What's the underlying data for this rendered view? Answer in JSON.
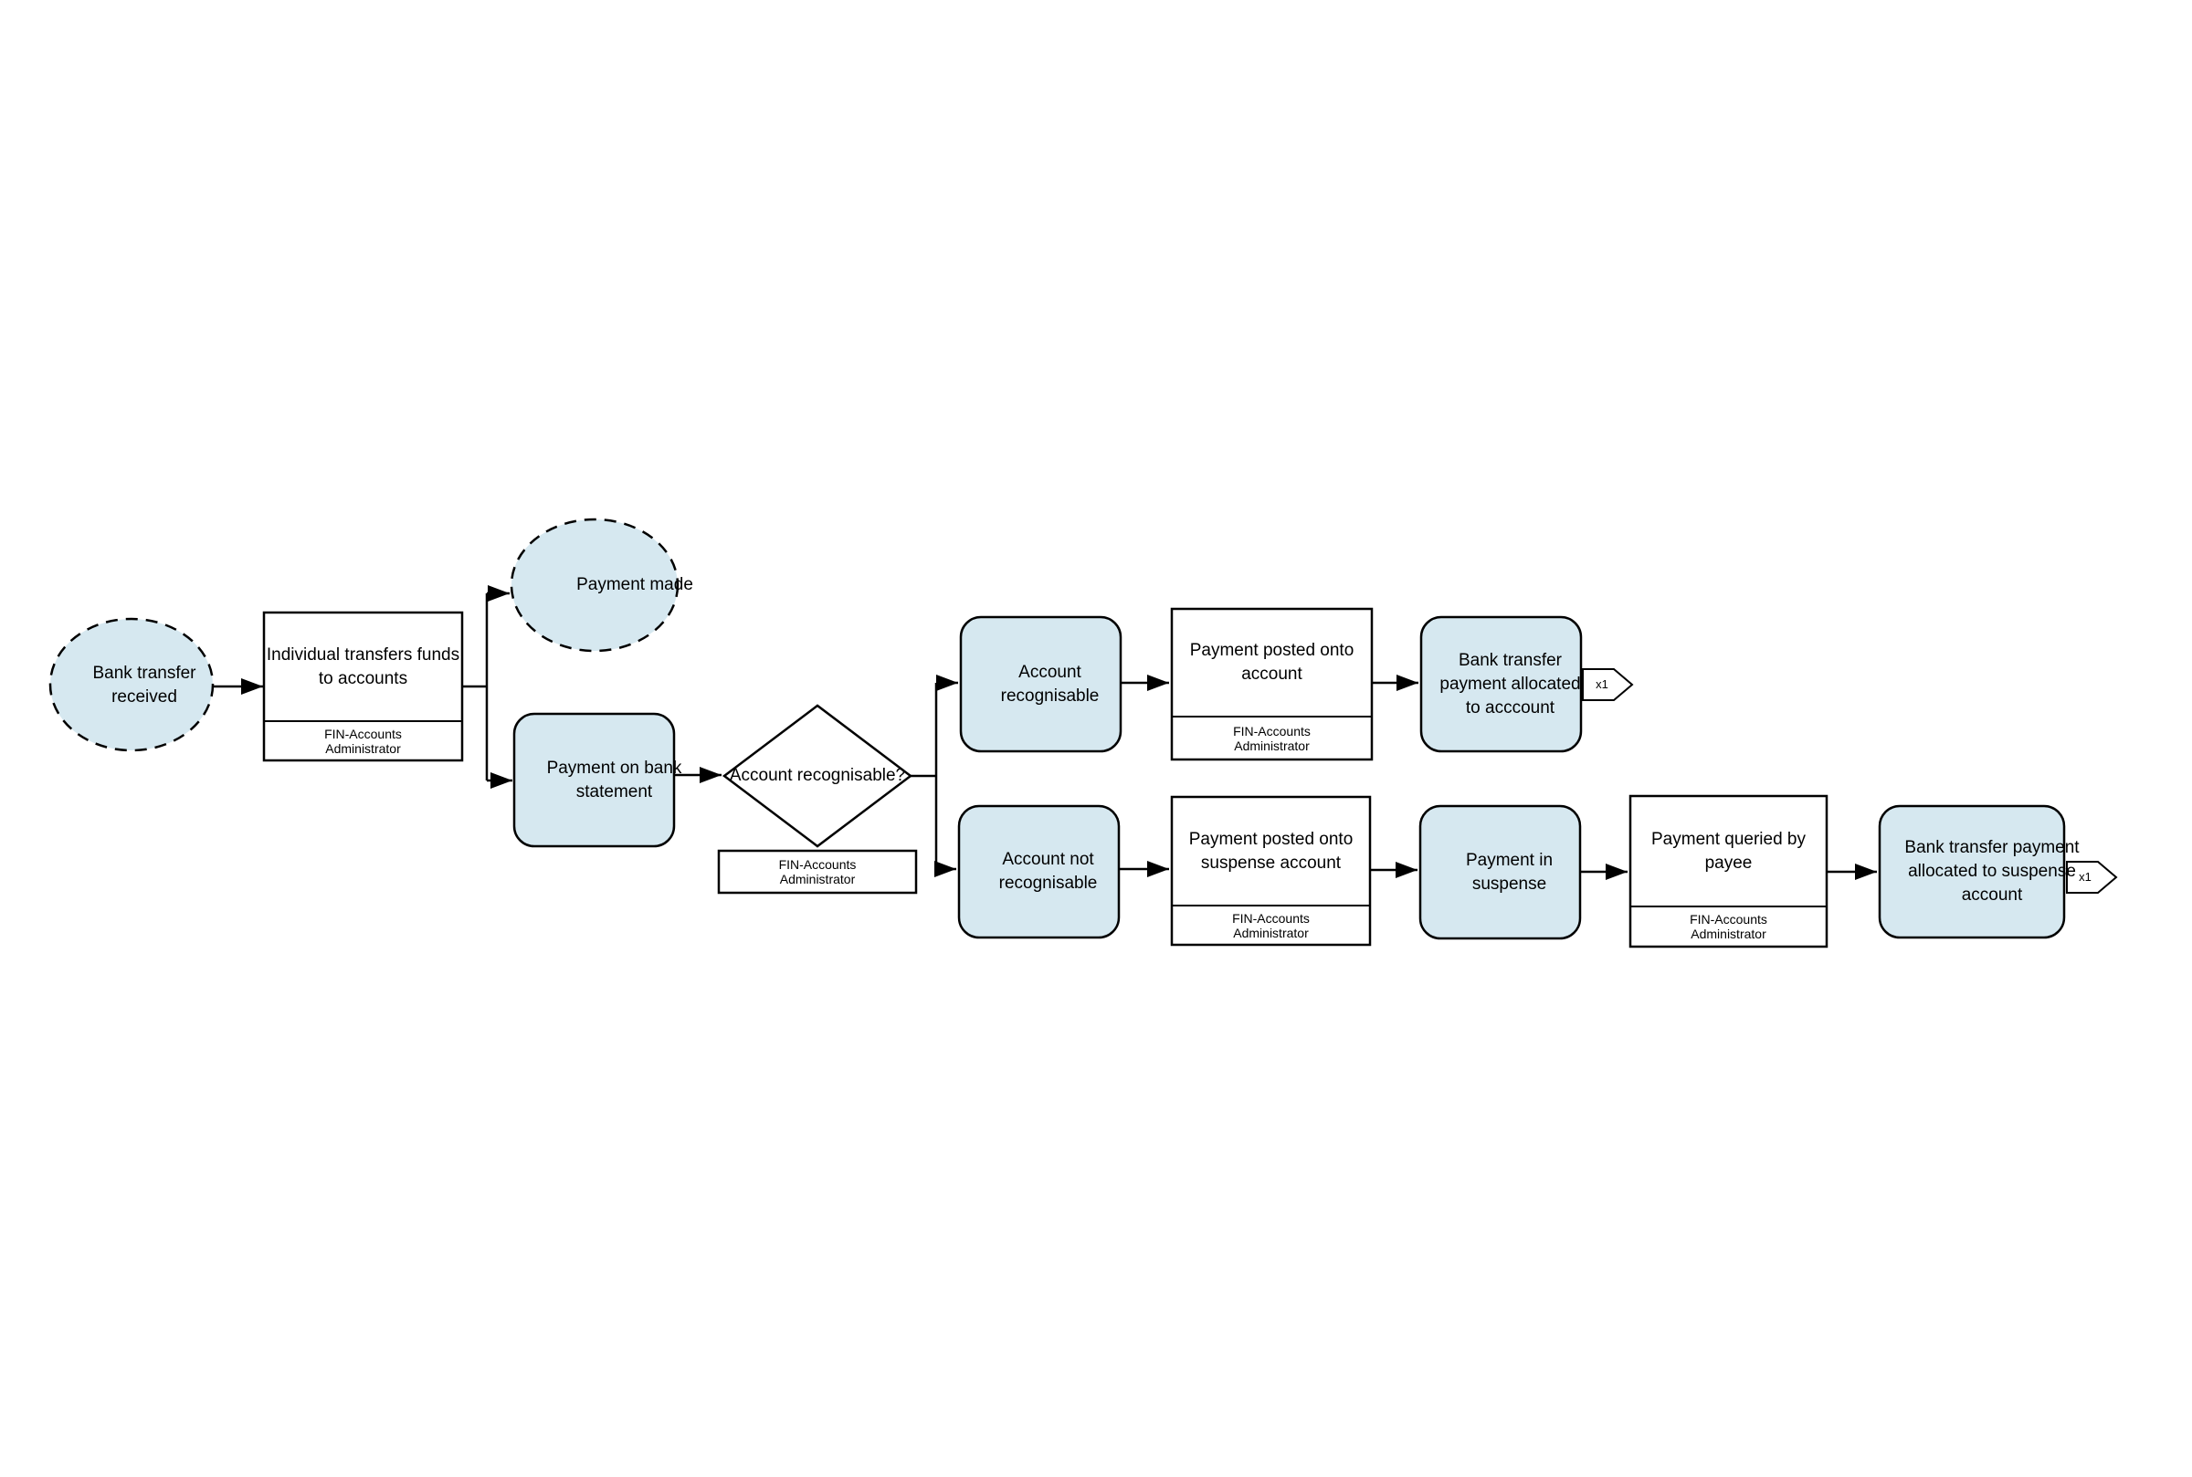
{
  "colors": {
    "background": "#ffffff",
    "node_fill": "#d6e8f0",
    "stroke": "#000000"
  },
  "nodes": {
    "start": {
      "label": "Bank transfer received"
    },
    "transfer_task": {
      "label": "Individual transfers funds to accounts",
      "role": "FIN-Accounts Administrator"
    },
    "payment_made": {
      "label": "Payment made"
    },
    "payment_on_statement": {
      "label": "Payment on bank statement"
    },
    "decision": {
      "label": "Account recognisable?",
      "role": "FIN-Accounts Administrator"
    },
    "account_recognisable": {
      "label": "Account recognisable"
    },
    "payment_posted_account": {
      "label": "Payment posted onto account",
      "role": "FIN-Accounts Administrator"
    },
    "allocated_account": {
      "label": "Bank transfer payment allocated to acccount",
      "marker": "x1"
    },
    "account_not_recognisable": {
      "label": "Account not recognisable"
    },
    "payment_posted_suspense": {
      "label": "Payment posted onto suspense account",
      "role": "FIN-Accounts Administrator"
    },
    "payment_in_suspense": {
      "label": "Payment in suspense"
    },
    "payment_queried": {
      "label": "Payment queried by payee",
      "role": "FIN-Accounts Administrator"
    },
    "allocated_suspense": {
      "label": "Bank transfer payment allocated to suspense account",
      "marker": "x1"
    }
  }
}
